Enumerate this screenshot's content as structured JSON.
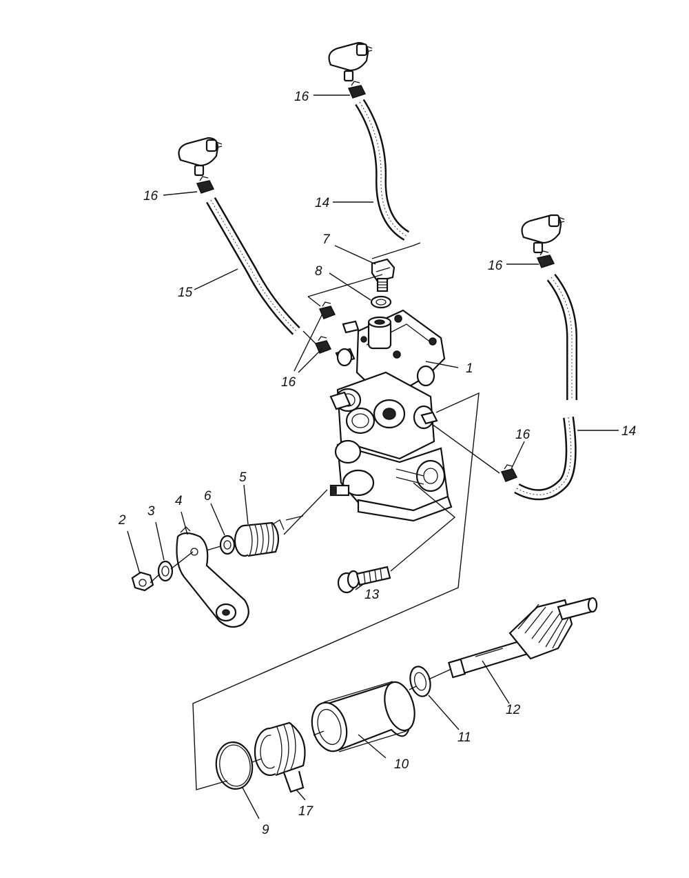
{
  "callouts": [
    {
      "id": "c1",
      "text": "1"
    },
    {
      "id": "c2",
      "text": "2"
    },
    {
      "id": "c3",
      "text": "3"
    },
    {
      "id": "c4",
      "text": "4"
    },
    {
      "id": "c5",
      "text": "5"
    },
    {
      "id": "c6",
      "text": "6"
    },
    {
      "id": "c7",
      "text": "7"
    },
    {
      "id": "c8",
      "text": "8"
    },
    {
      "id": "c9",
      "text": "9"
    },
    {
      "id": "c10",
      "text": "10"
    },
    {
      "id": "c11",
      "text": "11"
    },
    {
      "id": "c12",
      "text": "12"
    },
    {
      "id": "c13",
      "text": "13"
    },
    {
      "id": "c14a",
      "text": "14"
    },
    {
      "id": "c14b",
      "text": "14"
    },
    {
      "id": "c15",
      "text": "15"
    },
    {
      "id": "c16a",
      "text": "16"
    },
    {
      "id": "c16b",
      "text": "16"
    },
    {
      "id": "c16c",
      "text": "16"
    },
    {
      "id": "c16d",
      "text": "16"
    },
    {
      "id": "c16e",
      "text": "16"
    },
    {
      "id": "c17",
      "text": "17"
    }
  ]
}
